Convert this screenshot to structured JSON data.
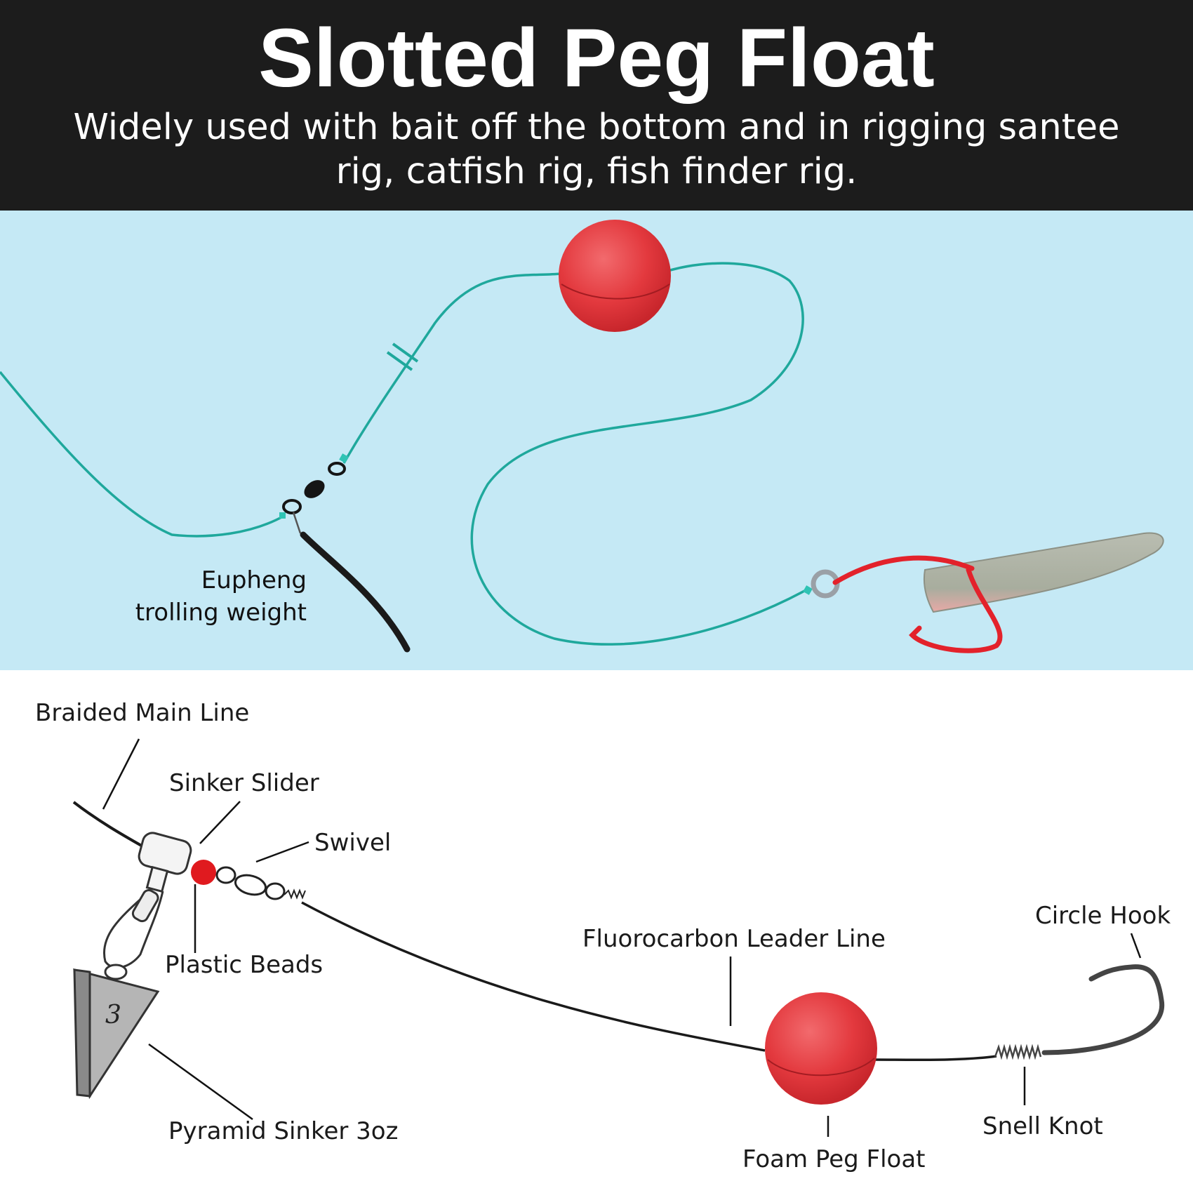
{
  "header": {
    "title": "Slotted Peg Float",
    "subtitle_line1": "Widely used with bait off the bottom and in rigging santee",
    "subtitle_line2": "rig, catfish rig, fish finder rig."
  },
  "top_diagram": {
    "label_line1": "Eupheng",
    "label_line2": "trolling weight"
  },
  "bottom_diagram": {
    "labels": {
      "braided_main_line": "Braided Main Line",
      "sinker_slider": "Sinker Slider",
      "swivel": "Swivel",
      "plastic_beads": "Plastic Beads",
      "pyramid_sinker": "Pyramid Sinker 3oz",
      "fluorocarbon_leader": "Fluorocarbon Leader Line",
      "circle_hook": "Circle Hook",
      "foam_peg_float": "Foam Peg Float",
      "snell_knot": "Snell Knot"
    },
    "sinker_number": "3"
  },
  "colors": {
    "header_bg": "#1c1c1c",
    "water_bg": "#c5e9f5",
    "line_teal": "#1fa89c",
    "float_red": "#e3393e",
    "hook_red": "#e3222b"
  }
}
